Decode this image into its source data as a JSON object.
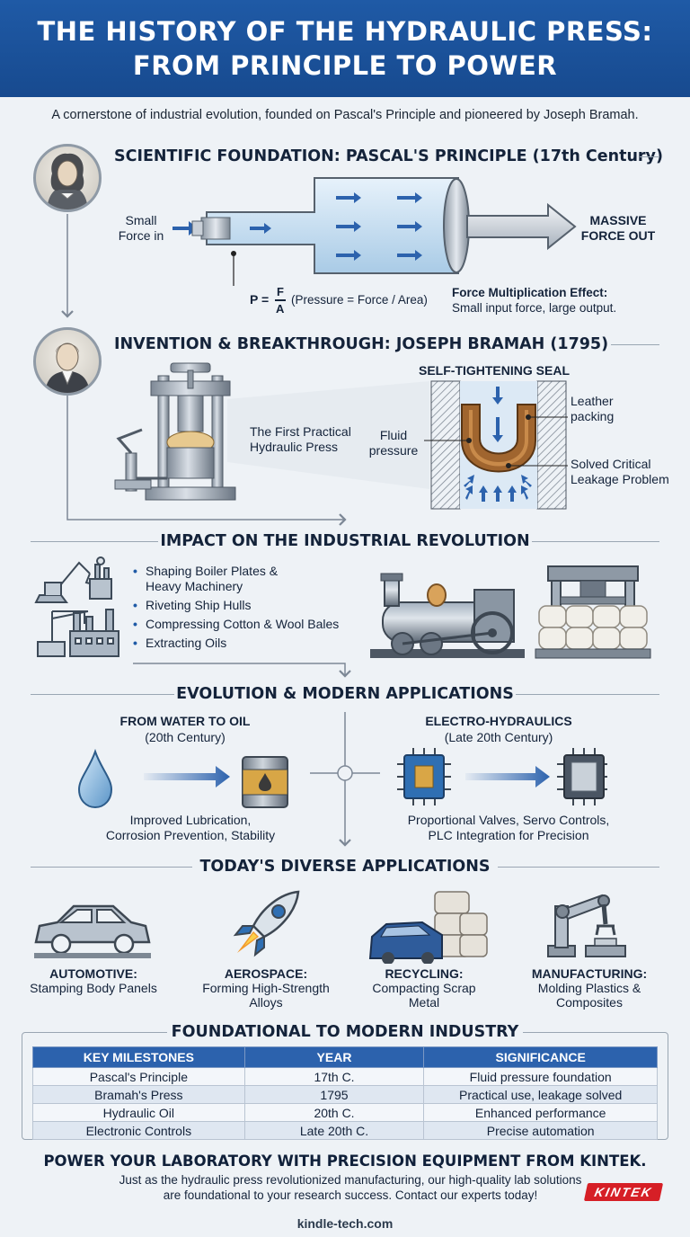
{
  "header": {
    "title_line1": "THE HISTORY OF THE HYDRAULIC PRESS:",
    "title_line2": "FROM PRINCIPLE TO POWER"
  },
  "subtitle": "A cornerstone of industrial evolution, founded on Pascal's Principle and pioneered by Joseph Bramah.",
  "pascal": {
    "title": "SCIENTIFIC FOUNDATION: PASCAL'S PRINCIPLE (17th Century)",
    "small_force_1": "Small",
    "small_force_2": "Force in",
    "massive_1": "MASSIVE",
    "massive_2": "FORCE OUT",
    "formula_p": "P =",
    "formula_f": "F",
    "formula_a": "A",
    "formula_note": "(Pressure = Force / Area)",
    "effect_title": "Force Multiplication Effect:",
    "effect_desc": "Small input force, large output."
  },
  "bramah": {
    "title": "INVENTION & BREAKTHROUGH: JOSEPH BRAMAH (1795)",
    "seal_title": "SELF-TIGHTENING SEAL",
    "press_label_1": "The First Practical",
    "press_label_2": "Hydraulic Press",
    "fluid_1": "Fluid",
    "fluid_2": "pressure",
    "leather_1": "Leather",
    "leather_2": "packing",
    "solved_1": "Solved Critical",
    "solved_2": "Leakage Problem"
  },
  "impact": {
    "title": "IMPACT ON THE INDUSTRIAL REVOLUTION",
    "bullets": [
      "Shaping Boiler Plates &",
      "Riveting Ship Hulls",
      "Compressing Cotton & Wool Bales",
      "Extracting Oils"
    ],
    "bullet1_cont": "Heavy Machinery"
  },
  "evolution": {
    "title": "EVOLUTION & MODERN APPLICATIONS",
    "left_title": "FROM WATER TO OIL",
    "left_sub": "(20th Century)",
    "left_desc_1": "Improved Lubrication,",
    "left_desc_2": "Corrosion Prevention, Stability",
    "right_title": "ELECTRO-HYDRAULICS",
    "right_sub": "(Late 20th Century)",
    "right_desc_1": "Proportional Valves, Servo Controls,",
    "right_desc_2": "PLC Integration for Precision"
  },
  "applications": {
    "title": "TODAY'S DIVERSE APPLICATIONS",
    "items": [
      {
        "name": "AUTOMOTIVE:",
        "desc1": "Stamping Body Panels",
        "desc2": ""
      },
      {
        "name": "AEROSPACE:",
        "desc1": "Forming High-Strength",
        "desc2": "Alloys"
      },
      {
        "name": "RECYCLING:",
        "desc1": "Compacting Scrap",
        "desc2": "Metal"
      },
      {
        "name": "MANUFACTURING:",
        "desc1": "Molding Plastics &",
        "desc2": "Composites"
      }
    ]
  },
  "milestones": {
    "title": "FOUNDATIONAL TO MODERN INDUSTRY",
    "headers": [
      "KEY MILESTONES",
      "YEAR",
      "SIGNIFICANCE"
    ],
    "rows": [
      [
        "Pascal's Principle",
        "17th C.",
        "Fluid pressure foundation"
      ],
      [
        "Bramah's Press",
        "1795",
        "Practical use, leakage solved"
      ],
      [
        "Hydraulic Oil",
        "20th C.",
        "Enhanced performance"
      ],
      [
        "Electronic Controls",
        "Late 20th C.",
        "Precise automation"
      ]
    ]
  },
  "cta": {
    "title": "POWER YOUR LABORATORY WITH PRECISION EQUIPMENT FROM KINTEK.",
    "line1": "Just as the hydraulic press revolutionized manufacturing, our high-quality lab solutions",
    "line2": "are foundational to your research success. Contact our experts today!",
    "logo": "KINTEK",
    "url": "kindle-tech.com"
  },
  "colors": {
    "header_blue": "#1f5aa6",
    "arrow_blue": "#2c62ad",
    "logo_red": "#d61f26"
  }
}
